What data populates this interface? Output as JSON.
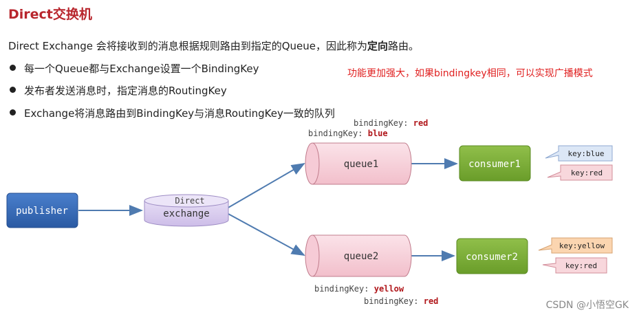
{
  "title": "Direct交换机",
  "intro": {
    "prefix": "Direct Exchange 会将接收到的消息根据规则路由到指定的Queue，因此称为",
    "bold": "定向",
    "suffix": "路由。"
  },
  "bullets": [
    "每一个Queue都与Exchange设置一个BindingKey",
    "发布者发送消息时，指定消息的RoutingKey",
    "Exchange将消息路由到BindingKey与消息RoutingKey一致的队列"
  ],
  "note": "功能更加强大，如果bindingkey相同，可以实现广播模式",
  "diagram": {
    "publisher": "publisher",
    "exchange_type": "Direct",
    "exchange": "exchange",
    "queue1": "queue1",
    "queue2": "queue2",
    "consumer1": "consumer1",
    "consumer2": "consumer2",
    "binding_label": "bindingKey:",
    "q1_bindings": [
      "red",
      "blue"
    ],
    "q2_bindings": [
      "yellow",
      "red"
    ],
    "c1_keys": [
      "key:blue",
      "key:red"
    ],
    "c2_keys": [
      "key:yellow",
      "key:red"
    ]
  },
  "colors": {
    "title": "#b8262d",
    "note": "#e02020",
    "publisher": "#2f62ad",
    "exchange": "#d9cdef",
    "queue": "#f7d3dc",
    "consumer": "#78a832",
    "key_blue": "#dce7f6",
    "key_red": "#f8d7dc",
    "key_yellow": "#fbd5b0"
  },
  "watermark": "CSDN @小悟空GK"
}
